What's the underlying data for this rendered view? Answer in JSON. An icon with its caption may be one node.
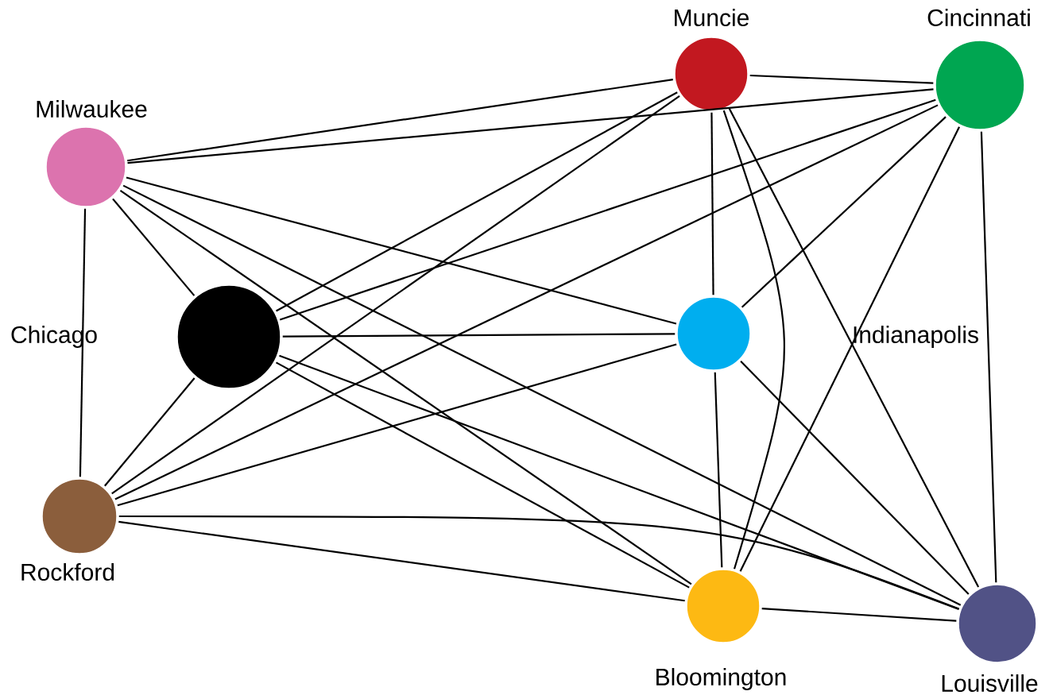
{
  "diagram": {
    "nodes": [
      {
        "text": [
          "Muncie"
        ]
      },
      {
        "text": [
          "Cincinnati"
        ]
      },
      {
        "text": [
          "Milwaukee"
        ]
      },
      {
        "text": [
          "Chicago"
        ]
      },
      {
        "text": [
          "Indianapolis"
        ]
      },
      {
        "text": [
          "Rockford"
        ]
      },
      {
        "text": [
          "Bloomington"
        ]
      },
      {
        "text": [
          "Louisville"
        ]
      }
    ],
    "edges": [
      {
        "from": 0,
        "to": 1,
        "arrow": "none"
      },
      {
        "from": 0,
        "to": 2,
        "arrow": "none"
      },
      {
        "from": 0,
        "to": 3,
        "arrow": "none"
      },
      {
        "from": 0,
        "to": 4,
        "arrow": "none"
      },
      {
        "from": 0,
        "to": 5,
        "arrow": "none"
      },
      {
        "from": 0,
        "to": 6,
        "arrow": "none"
      },
      {
        "from": 0,
        "to": 7,
        "arrow": "none"
      },
      {
        "from": 1,
        "to": 2,
        "arrow": "none"
      },
      {
        "from": 1,
        "to": 3,
        "arrow": "none"
      },
      {
        "from": 1,
        "to": 4,
        "arrow": "none"
      },
      {
        "from": 1,
        "to": 5,
        "arrow": "none"
      },
      {
        "from": 1,
        "to": 6,
        "arrow": "none"
      },
      {
        "from": 1,
        "to": 7,
        "arrow": "none"
      },
      {
        "from": 2,
        "to": 3,
        "arrow": "none"
      },
      {
        "from": 2,
        "to": 4,
        "arrow": "none"
      },
      {
        "from": 2,
        "to": 5,
        "arrow": "none"
      },
      {
        "from": 2,
        "to": 6,
        "arrow": "none"
      },
      {
        "from": 2,
        "to": 7,
        "arrow": "none"
      },
      {
        "from": 3,
        "to": 4,
        "arrow": "none"
      },
      {
        "from": 3,
        "to": 5,
        "arrow": "none"
      },
      {
        "from": 3,
        "to": 6,
        "arrow": "none"
      },
      {
        "from": 3,
        "to": 7,
        "arrow": "none"
      },
      {
        "from": 4,
        "to": 5,
        "arrow": "none"
      },
      {
        "from": 4,
        "to": 6,
        "arrow": "none"
      },
      {
        "from": 4,
        "to": 7,
        "arrow": "none"
      },
      {
        "from": 5,
        "to": 6,
        "arrow": "none"
      },
      {
        "from": 5,
        "to": 7,
        "arrow": "none"
      },
      {
        "from": 6,
        "to": 7,
        "arrow": "none"
      }
    ]
  }
}
